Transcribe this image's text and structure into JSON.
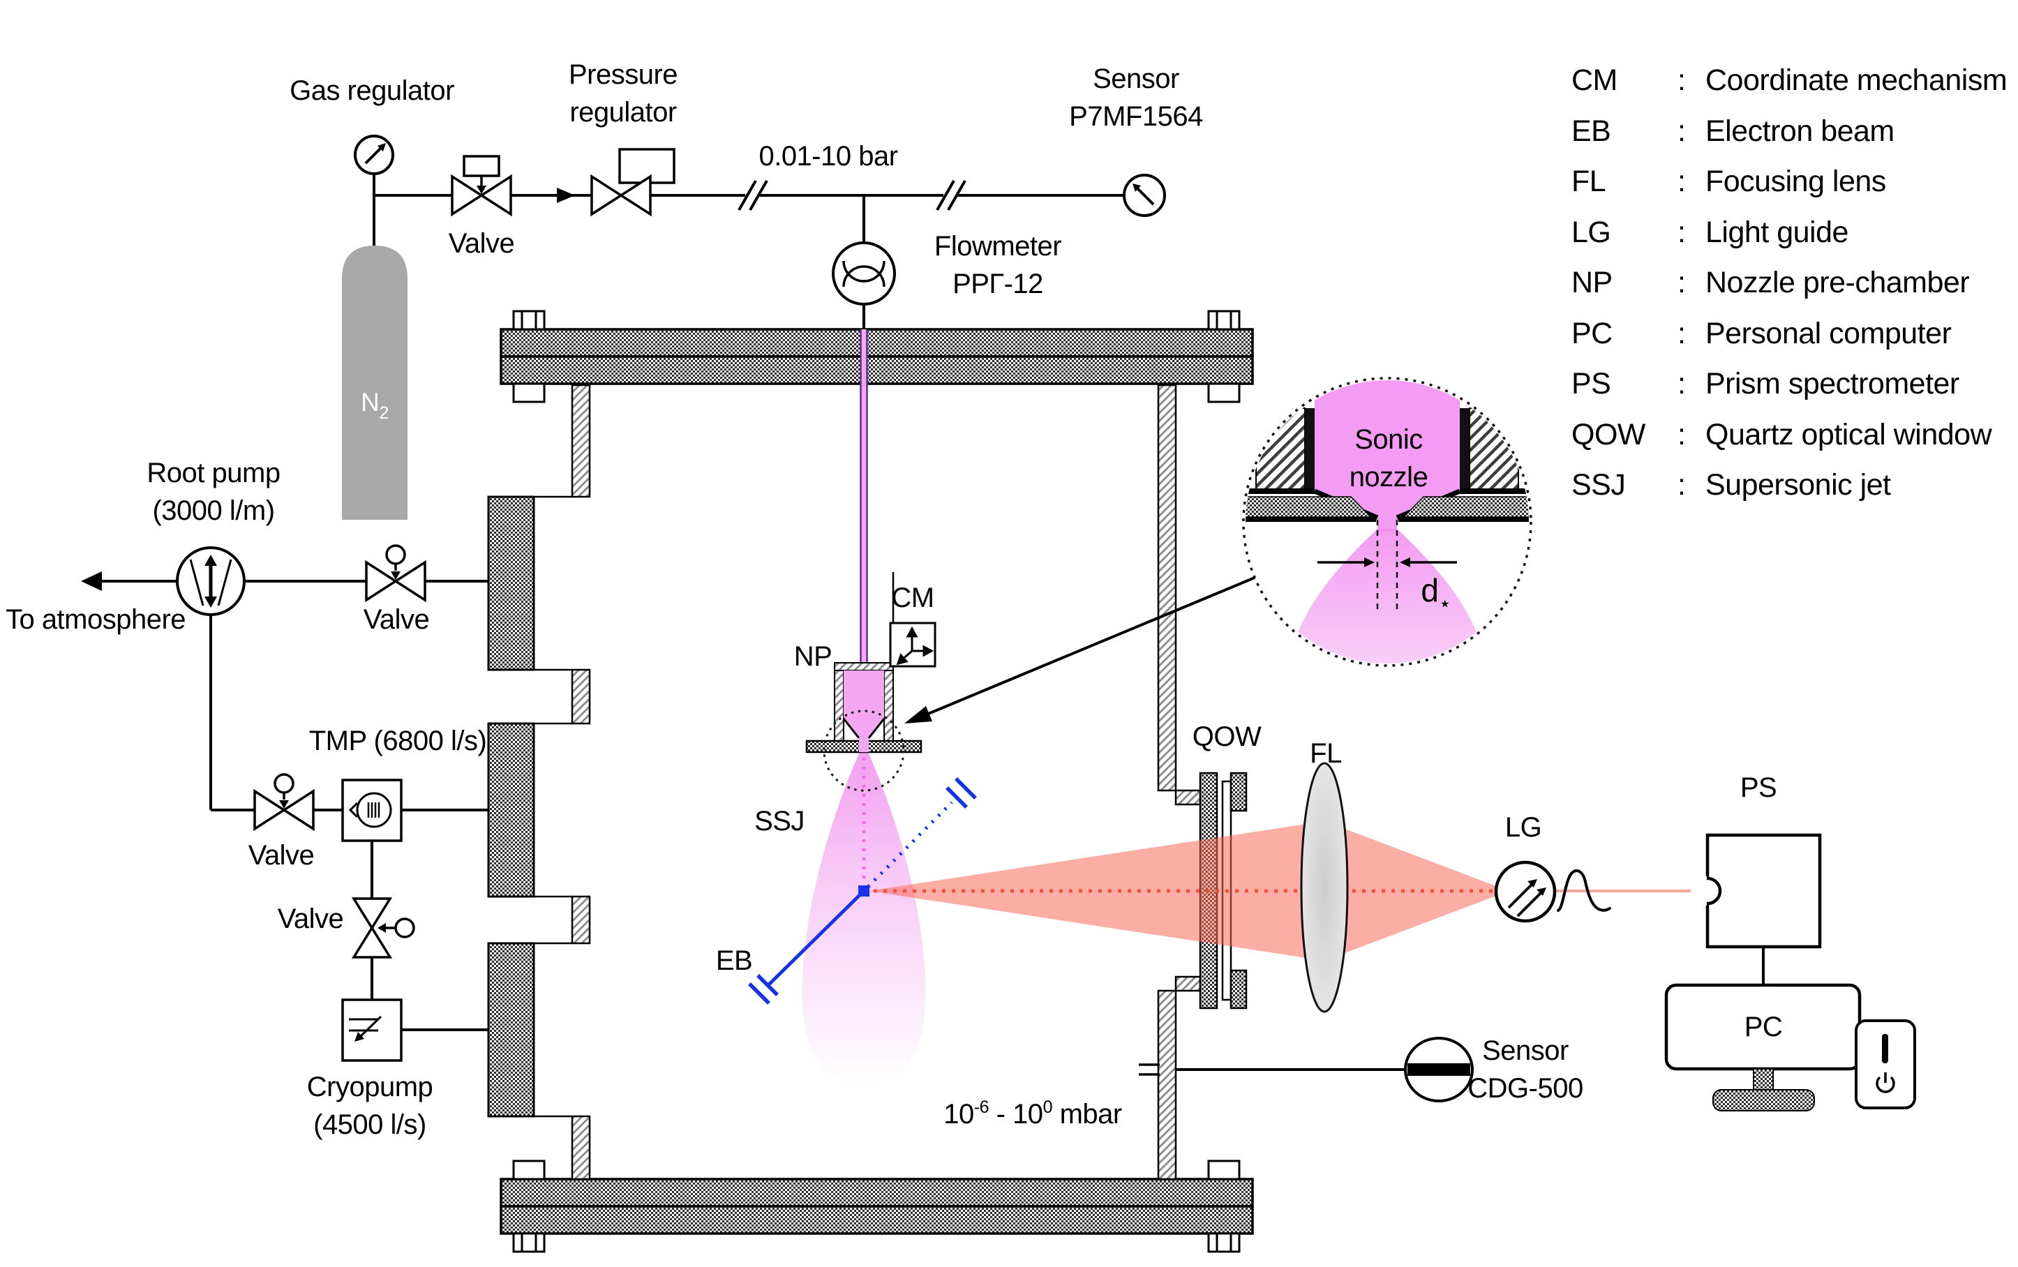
{
  "diagram_title": "Supersonic jet electron-beam diagnostics vacuum setup",
  "colors": {
    "jet_pink": "#F3A0F0",
    "nozzle_pink": "#F5A6F3",
    "tube_purple": "#5E2C90",
    "beam_red": "#F4503C",
    "beam_red_fill": "#F96A5A",
    "electron_blue": "#1634E6",
    "cylinder_gray": "#A8A8A8"
  },
  "gas_system": {
    "gas_regulator_label": "Gas regulator",
    "valve_label": "Valve",
    "pressure_regulator_label": "Pressure\nregulator",
    "pressure_range": "0.01-10 bar",
    "sensor_label": "Sensor\nP7MF1564",
    "flowmeter_label": "Flowmeter\nРРГ-12",
    "cylinder": {
      "base": "N",
      "sub": "2"
    }
  },
  "pumps": {
    "root_pump_label": "Root pump\n(3000 l/m)",
    "to_atmosphere_label": "To atmosphere",
    "valve_root_label": "Valve",
    "tmp_label": "TMP (6800 l/s)",
    "valve_tmp_label": "Valve",
    "valve_cryo_label": "Valve",
    "cryopump_label": "Cryopump\n(4500 l/s)"
  },
  "chamber": {
    "np_label": "NP",
    "cm_label": "CM",
    "ssj_label": "SSJ",
    "eb_label": "EB",
    "qow_label": "QOW",
    "fl_label": "FL",
    "pressure_range": {
      "b1": "10",
      "s1": "-6",
      "mid": " - ",
      "b2": "10",
      "s2": "0",
      "unit": " mbar"
    },
    "sensor_label": "Sensor\nCDG-500"
  },
  "inset": {
    "title": "Sonic\nnozzle",
    "diameter": {
      "base": "d",
      "star": "⋆"
    }
  },
  "optics": {
    "lg_label": "LG",
    "ps_label": "PS",
    "pc_label": "PC"
  },
  "legend": {
    "colon": ":",
    "items": [
      {
        "abbr": "CM",
        "desc": "Coordinate mechanism"
      },
      {
        "abbr": "EB",
        "desc": "Electron beam"
      },
      {
        "abbr": "FL",
        "desc": "Focusing lens"
      },
      {
        "abbr": "LG",
        "desc": "Light guide"
      },
      {
        "abbr": "NP",
        "desc": "Nozzle pre-chamber"
      },
      {
        "abbr": "PC",
        "desc": "Personal computer"
      },
      {
        "abbr": "PS",
        "desc": "Prism spectrometer"
      },
      {
        "abbr": "QOW",
        "desc": "Quartz optical window"
      },
      {
        "abbr": "SSJ",
        "desc": "Supersonic jet"
      }
    ]
  },
  "icons": {
    "gas-regulator-gauge-icon": "circle with NE needle",
    "pressure-sensor-gauge-icon": "circle with NW needle",
    "flowmeter-icon": "circle with two arcs",
    "valve-icon": "bowtie triangles",
    "root-pump-icon": "circle with double vertical arrow",
    "tmp-icon": "box with turbine circle",
    "cryopump-icon": "box with baffle arrow",
    "cm-axes-icon": "three axis arrows",
    "lg-icon": "circle with two NE arrows",
    "power-icon": "power symbol"
  }
}
